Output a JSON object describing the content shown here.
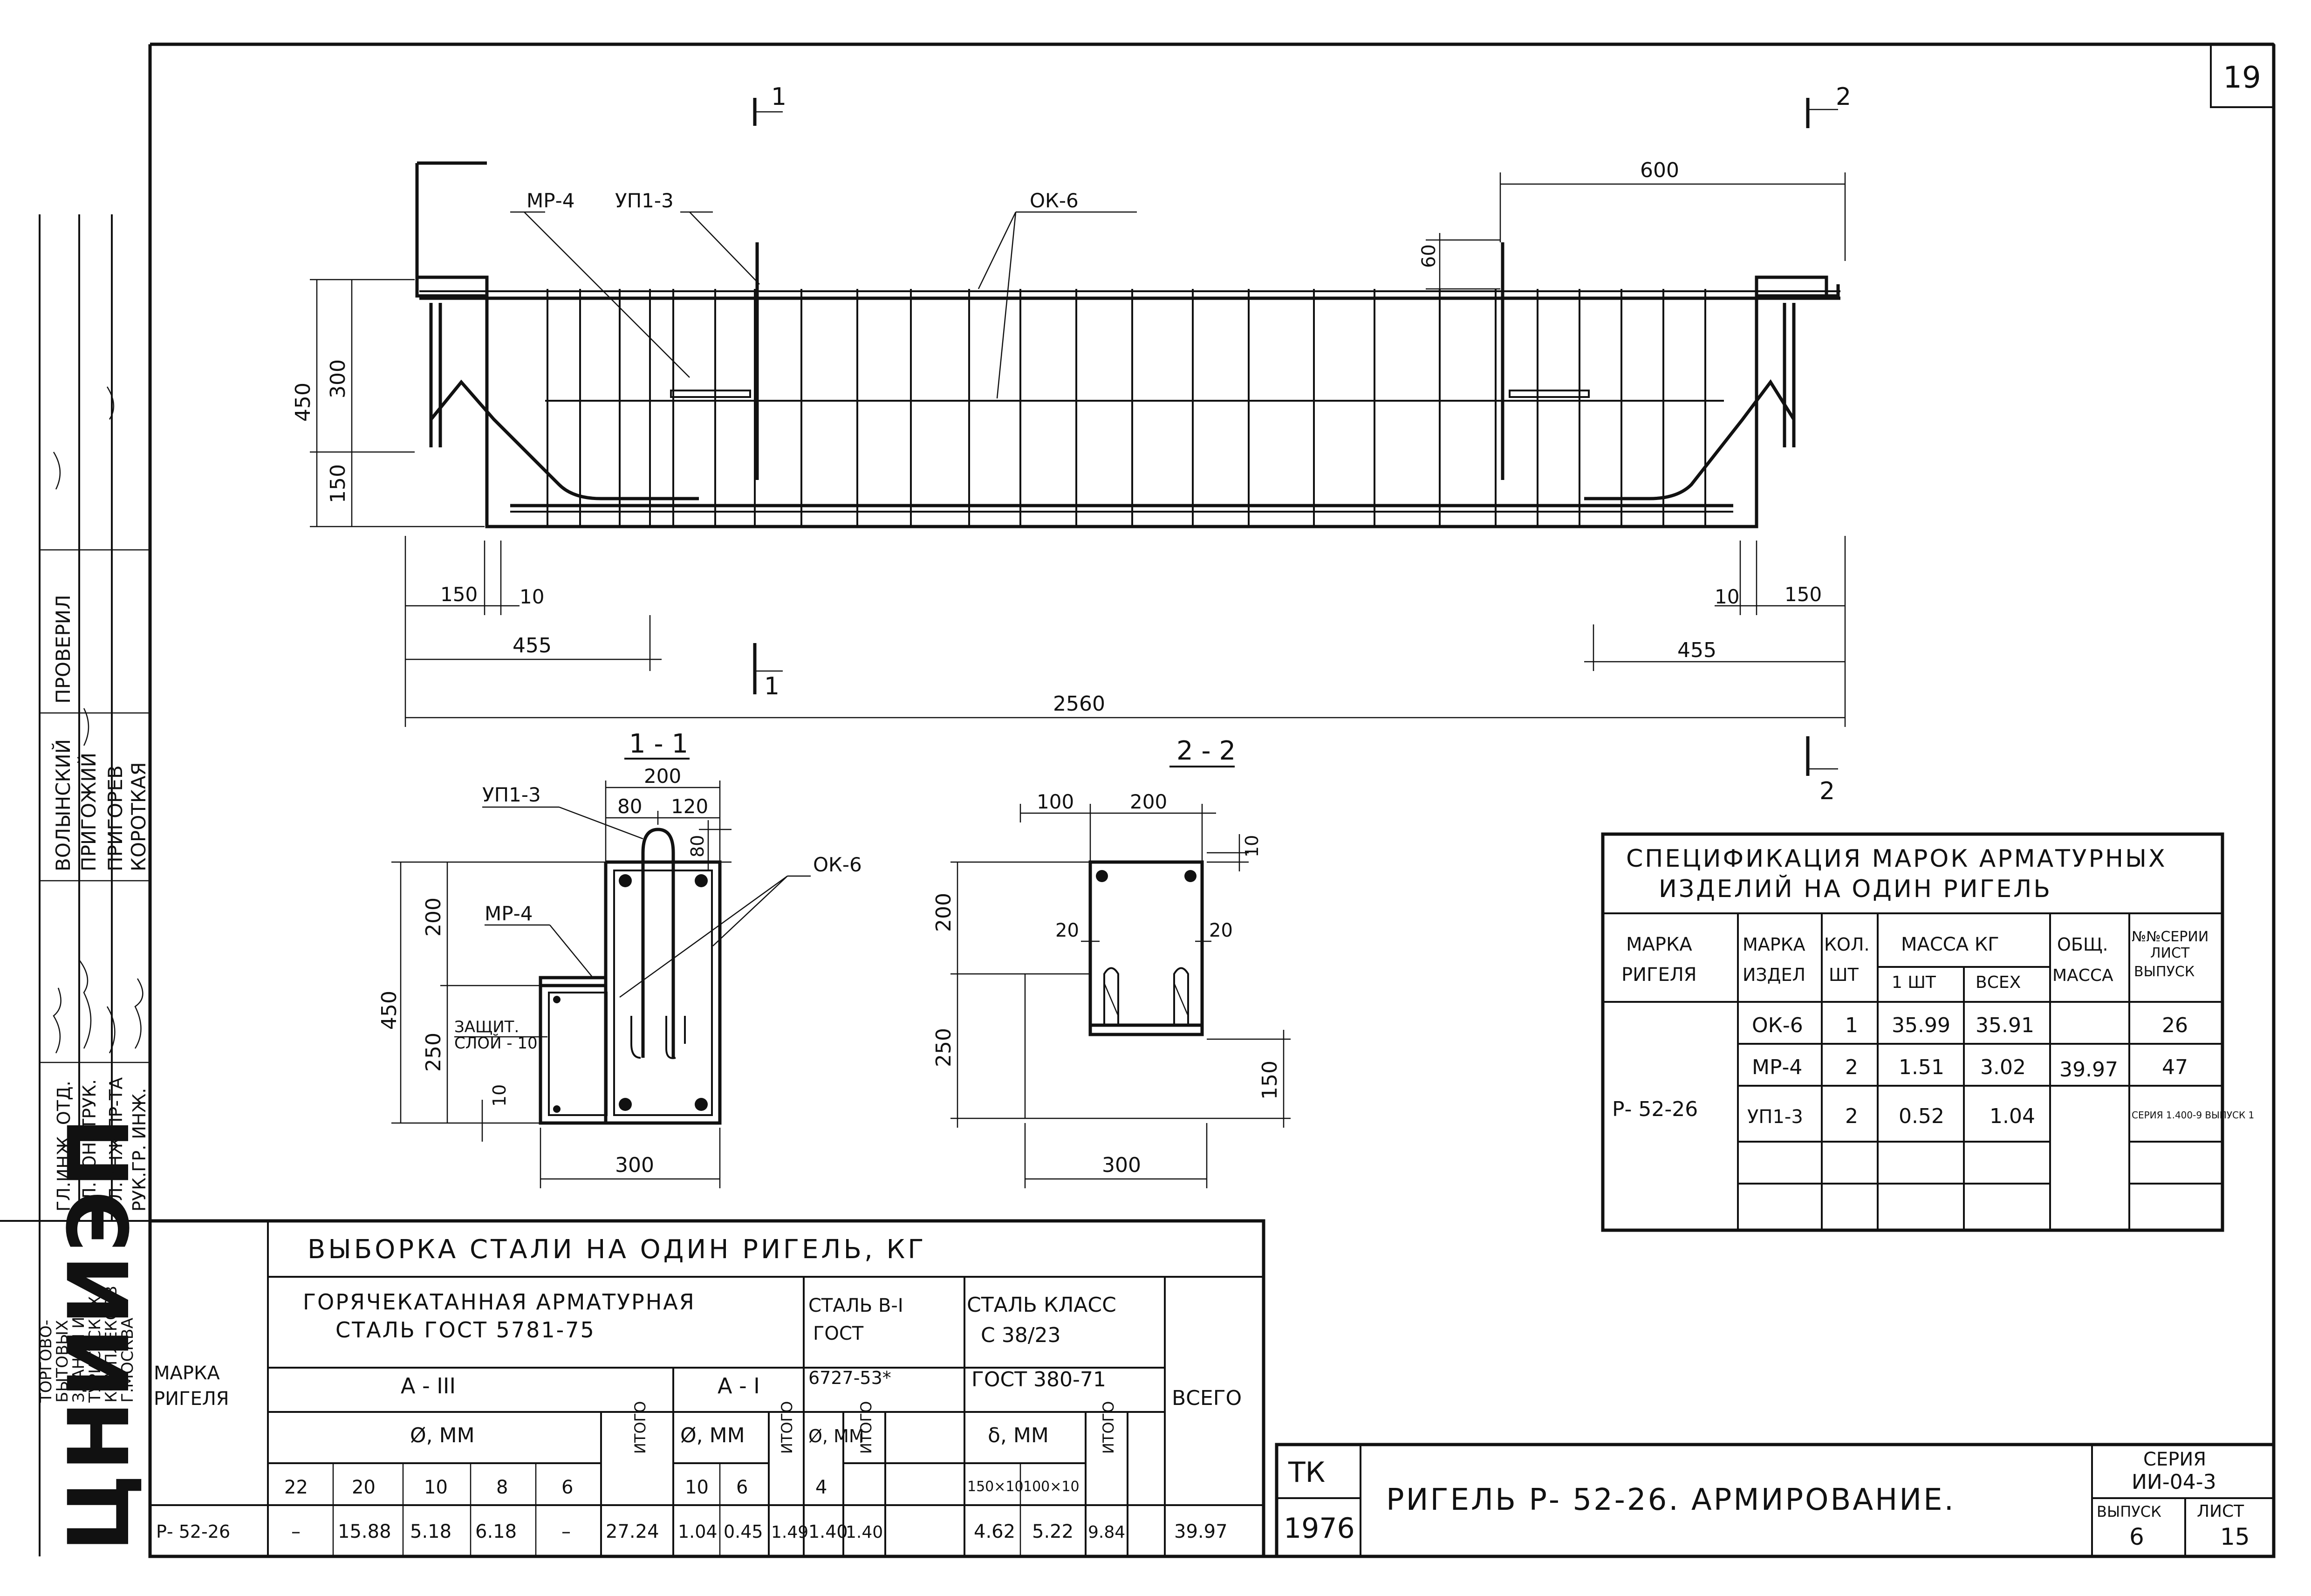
{
  "sheet_number": "19",
  "left_strip": {
    "org": [
      "ТОРГОВО-",
      "БЫТОВЫХ",
      "ЗДАНИЙ И",
      "ТУРИСТСКИХ",
      "КОМПЛЕКСОВ",
      "Г.МОСКВА"
    ],
    "logo": "ЦНИИЭП",
    "roles": [
      "ГЛ.ИНЖ. ОТД.",
      "ГЛ.КОНСТРУК.",
      "ГЛ.ИНЖ.ПР-ТА",
      "РУК.ГР. ИНЖ."
    ],
    "names": [
      "ВОЛЫНСКИЙ",
      "ПРИГОЖИЙ",
      "ПРИГОРЕВ",
      "КОРОТКАЯ"
    ],
    "check": "ПРОВЕРИЛ"
  },
  "elevation": {
    "labels": {
      "mr4": "МР-4",
      "up13": "УП1-3",
      "ok6": "ОК-6"
    },
    "dims": {
      "d600": "600",
      "d60": "60",
      "d450": "450",
      "d300": "300",
      "d150": "150",
      "d150l": "150",
      "d10l": "10",
      "d10r": "10",
      "d150r": "150",
      "d455l": "455",
      "d455r": "455",
      "d2560": "2560"
    },
    "cuts": {
      "c1": "1",
      "c1b": "1",
      "c2": "2",
      "c2b": "2"
    }
  },
  "section_1": {
    "title": "1 - 1",
    "labels": {
      "up13": "УП1-3",
      "mr4": "МР-4",
      "ok6": "ОК-6",
      "cover1": "ЗАЩИТ.",
      "cover2": "СЛОЙ - 10"
    },
    "dims": {
      "w200": "200",
      "w80": "80",
      "w120": "120",
      "h80": "80",
      "h200": "200",
      "h450": "450",
      "h250": "250",
      "h10": "10",
      "w300": "300"
    }
  },
  "section_2": {
    "title": "2 - 2",
    "dims": {
      "w100": "100",
      "w200": "200",
      "h10": "10",
      "s20l": "20",
      "s20r": "20",
      "h200": "200",
      "h250": "250",
      "h150": "150",
      "w300": "300"
    }
  },
  "spec_table": {
    "title1": "СПЕЦИФИКАЦИЯ МАРОК АРМАТУРНЫХ",
    "title2": "ИЗДЕЛИЙ НА ОДИН РИГЕЛЬ",
    "headers": {
      "marka_rigelya": "МАРКА РИГЕЛЯ",
      "marka_izdel": "МАРКА ИЗДЕЛ",
      "kol": "КОЛ. ШТ",
      "massa": "МАССА КГ",
      "one": "1 ШТ",
      "all": "ВСЕХ",
      "obsch": "ОБЩ. МАССА",
      "seriya": "№№СЕРИИ ЛИСТ ВЫПУСК"
    },
    "rigel": "Р- 52-26",
    "total_mass": "39.97",
    "rows": [
      {
        "item": "ОК-6",
        "qty": "1",
        "one": "35.99",
        "all": "35.91",
        "ref": "26"
      },
      {
        "item": "МР-4",
        "qty": "2",
        "one": "1.51",
        "all": "3.02",
        "ref": "47"
      },
      {
        "item": "УП1-3",
        "qty": "2",
        "one": "0.52",
        "all": "1.04",
        "ref": "СЕРИЯ 1.400-9 ВЫПУСК 1"
      }
    ]
  },
  "steel_table": {
    "title": "ВЫБОРКА СТАЛИ НА ОДИН РИГЕЛЬ, КГ",
    "marka": "МАРКА РИГЕЛЯ",
    "hot_rolled": "ГОРЯЧЕКАТАННАЯ АРМАТУРНАЯ СТАЛЬ ГОСТ 5781-75",
    "steel_b1": "СТАЛЬ В-I ГОСТ",
    "gost_6727": "6727-53*",
    "steel_class": "СТАЛЬ КЛАСС С 38/23",
    "gost_380": "ГОСТ 380-71",
    "a3": "А - III",
    "a1": "А - I",
    "phi_mm": "Ø, ММ",
    "delta_mm": "δ, ММ",
    "itogo": "ИТОГО",
    "vsego": "ВСЕГО",
    "diam_a3": [
      "22",
      "20",
      "10",
      "8",
      "6"
    ],
    "diam_a1": [
      "10",
      "6"
    ],
    "diam_b1": "4",
    "plates": [
      "150×10",
      "100×10"
    ],
    "row": {
      "marka": "Р- 52-26",
      "a3": [
        "–",
        "15.88",
        "5.18",
        "6.18",
        "–"
      ],
      "a3_total": "27.24",
      "a1": [
        "1.04",
        "0.45"
      ],
      "a1_total": "1.49",
      "b1": "1.40",
      "b1_total": "1.40",
      "plates": [
        "4.62",
        "5.22"
      ],
      "plates_total": "9.84",
      "total": "39.97"
    }
  },
  "title_block": {
    "tk": "ТК",
    "year": "1976",
    "title": "РИГЕЛЬ Р- 52-26. АРМИРОВАНИЕ.",
    "series_label": "СЕРИЯ",
    "series": "ИИ-04-3",
    "vypusk_label": "ВЫПУСК",
    "vypusk": "6",
    "list_label": "ЛИСТ",
    "list": "15"
  }
}
